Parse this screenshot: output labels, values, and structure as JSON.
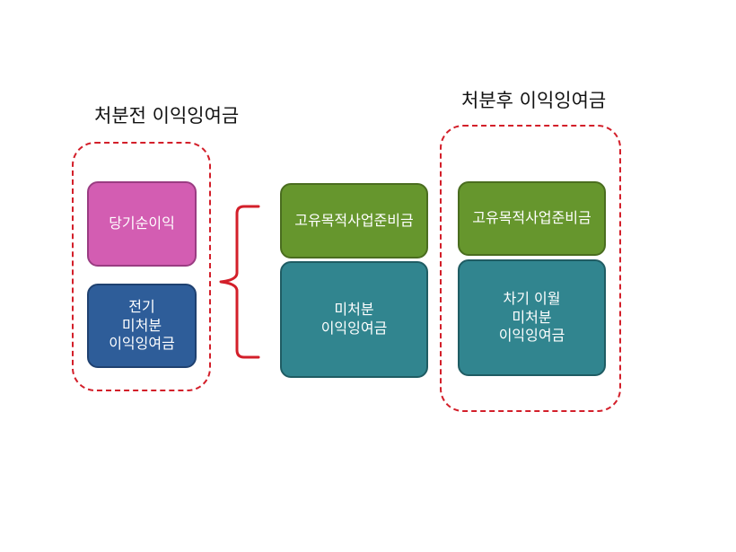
{
  "before": {
    "title": "처분전 이익잉여금",
    "net_income": "당기순이익",
    "prior_unappropriated": "전기\n미처분\n이익잉여금"
  },
  "middle": {
    "reserve": "고유목적사업준비금",
    "unappropriated": "미처분\n이익잉여금"
  },
  "after": {
    "title": "처분후 이익잉여금",
    "reserve": "고유목적사업준비금",
    "carried_forward": "차기 이월\n미처분\n이익잉여금"
  },
  "colors": {
    "net_income_box": "#d35db2",
    "prior_box": "#2e5d99",
    "reserve_box": "#66962d",
    "unappropriated_box": "#31858f",
    "dashed_outline": "#d31f2a",
    "brace": "#d31f2a"
  }
}
